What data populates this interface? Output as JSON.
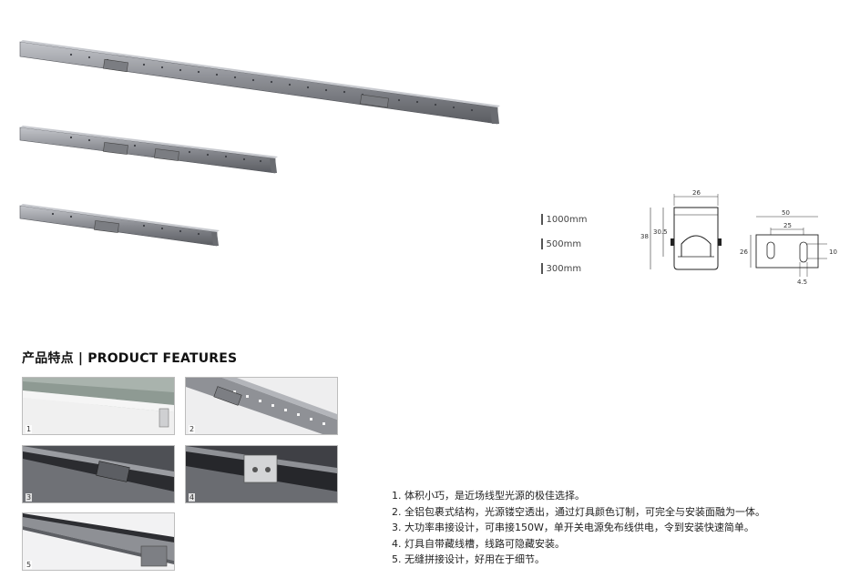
{
  "lengths": [
    {
      "label": "1000mm"
    },
    {
      "label": "500mm"
    },
    {
      "label": "300mm"
    }
  ],
  "profile_dims": {
    "width_top": "26",
    "height_total": "38",
    "height_inner": "30.5"
  },
  "bracket_dims": {
    "width_total": "50",
    "hole_spacing": "25",
    "height": "26",
    "hole_width": "10",
    "hole_diameter": "4.5"
  },
  "section": {
    "title": "产品特点 | PRODUCT FEATURES"
  },
  "photos": [
    {
      "num": "1"
    },
    {
      "num": "2"
    },
    {
      "num": "3"
    },
    {
      "num": "4"
    },
    {
      "num": "5"
    }
  ],
  "features": [
    "1. 体积小巧，是近场线型光源的极佳选择。",
    "2. 全铝包裹式结构，光源镂空透出，通过灯具颜色订制，可完全与安装面融为一体。",
    "3. 大功率串接设计，可串接150W，单开关电源免布线供电，令到安装快速简单。",
    "4. 灯具自带藏线槽，线路可隐藏安装。",
    "5. 无缝拼接设计，好用在于细节。"
  ],
  "colors": {
    "housing": "#8a8c92",
    "housing_dark": "#5d5f64",
    "housing_light": "#b7b9be"
  }
}
